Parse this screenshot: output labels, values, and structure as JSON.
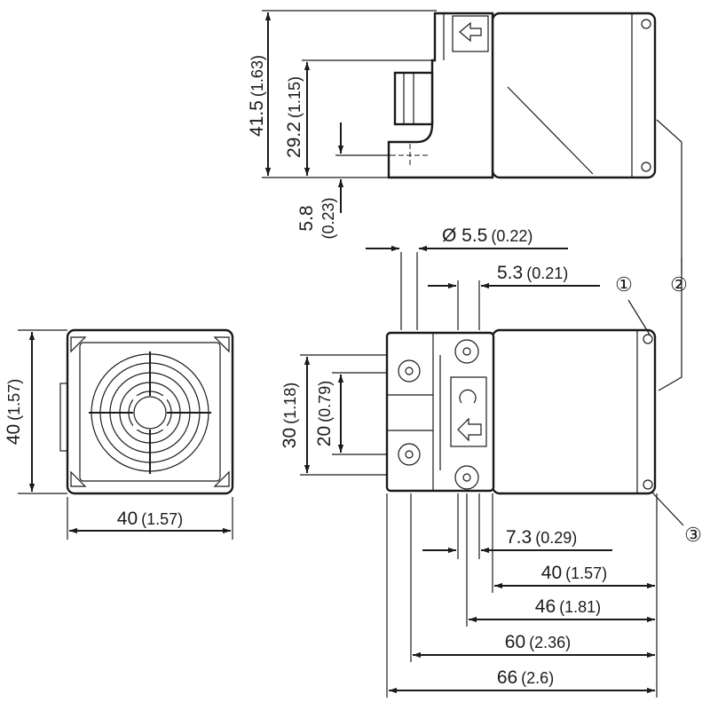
{
  "dimensions": {
    "d_41_5": {
      "value": "41.5",
      "inch": "(1.63)"
    },
    "d_29_2": {
      "value": "29.2",
      "inch": "(1.15)"
    },
    "d_5_8": {
      "value": "5.8",
      "inch": "(0.23)"
    },
    "d_dia_5_5": {
      "value": "Ø 5.5",
      "inch": "(0.22)"
    },
    "d_5_3": {
      "value": "5.3",
      "inch": "(0.21)"
    },
    "d_40_left_v": {
      "value": "40",
      "inch": "(1.57)"
    },
    "d_40_left_h": {
      "value": "40",
      "inch": "(1.57)"
    },
    "d_30": {
      "value": "30",
      "inch": "(1.18)"
    },
    "d_20": {
      "value": "20",
      "inch": "(0.79)"
    },
    "d_7_3": {
      "value": "7.3",
      "inch": "(0.29)"
    },
    "d_40_right": {
      "value": "40",
      "inch": "(1.57)"
    },
    "d_46": {
      "value": "46",
      "inch": "(1.81)"
    },
    "d_60": {
      "value": "60",
      "inch": "(2.36)"
    },
    "d_66": {
      "value": "66",
      "inch": "(2.6)"
    }
  },
  "callouts": {
    "c1": "①",
    "c2": "②",
    "c3": "③"
  }
}
